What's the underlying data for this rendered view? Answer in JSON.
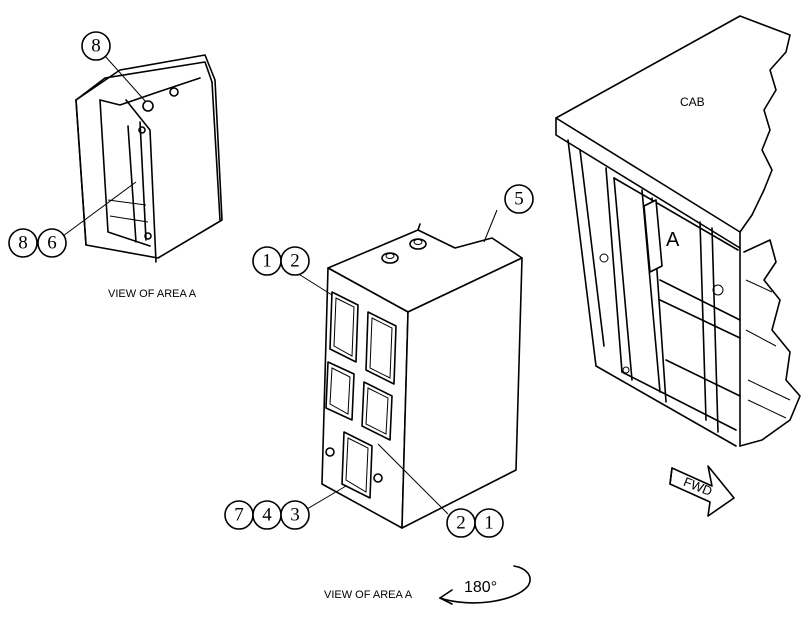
{
  "labels": {
    "cab": "CAB",
    "area_marker": "A",
    "fwd": "FWD",
    "view_top": "VIEW OF AREA A",
    "view_bottom": "VIEW OF AREA A",
    "rotation": "180°"
  },
  "callouts": {
    "top_8": "8",
    "left_8": "8",
    "left_6": "6",
    "tl_1": "1",
    "tl_2": "2",
    "n_5": "5",
    "bl_7": "7",
    "bl_4": "4",
    "bl_3": "3",
    "br_2": "2",
    "br_1": "1"
  }
}
